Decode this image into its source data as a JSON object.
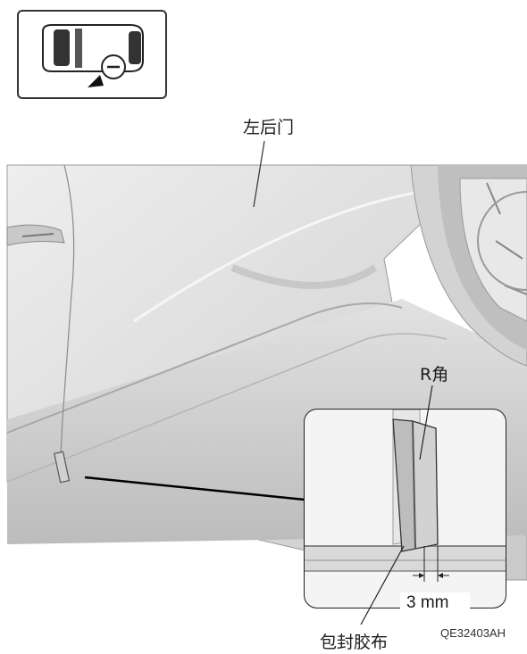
{
  "labels": {
    "door": "左后门",
    "r_corner": "R角",
    "tape": "包封胶布",
    "gap": "3 mm",
    "code": "QE32403AH"
  }
}
